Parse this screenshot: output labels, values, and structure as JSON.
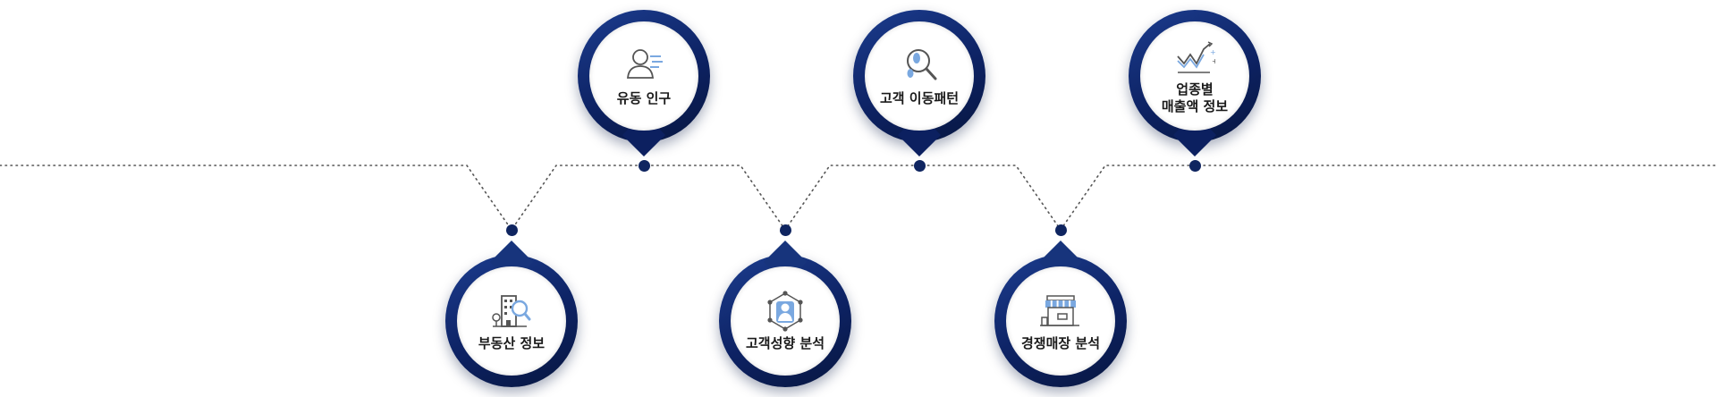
{
  "nodes": [
    {
      "id": "floating-population",
      "label_lines": [
        "유동 인구"
      ],
      "icon": "person-icon"
    },
    {
      "id": "customer-movement",
      "label_lines": [
        "고객 이동패턴"
      ],
      "icon": "footprint-search-icon"
    },
    {
      "id": "industry-sales",
      "label_lines": [
        "업종별",
        "매출액 정보"
      ],
      "icon": "trend-chart-icon"
    },
    {
      "id": "real-estate",
      "label_lines": [
        "부동산 정보"
      ],
      "icon": "building-search-icon"
    },
    {
      "id": "customer-tendency",
      "label_lines": [
        "고객성향 분석"
      ],
      "icon": "customer-network-icon"
    },
    {
      "id": "competitor-store",
      "label_lines": [
        "경쟁매장 분석"
      ],
      "icon": "storefront-icon"
    }
  ],
  "colors": {
    "pin_dark": "#0d2263",
    "pin_light": "#1c3d8f",
    "dot": "#0f2560",
    "line": "#555555",
    "icon_accent": "#7aa8e0",
    "icon_stroke": "#555555"
  }
}
